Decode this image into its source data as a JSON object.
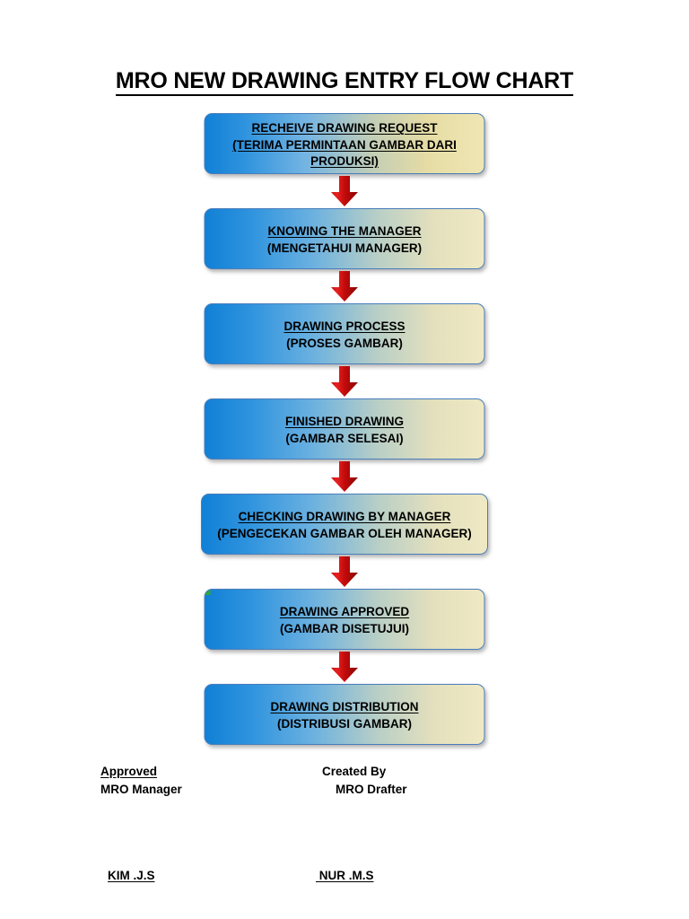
{
  "document": {
    "title": "MRO NEW DRAWING ENTRY FLOW CHART"
  },
  "flow": {
    "arrow_icon": "down-arrow-icon",
    "arrow_color_light": "#E21515",
    "arrow_color_dark": "#8E0404",
    "box_gradient_start": "#1180D6",
    "box_gradient_end": "#EFE9C4",
    "box_border_color": "#4A7EBB",
    "marker_color": "#2DA93C",
    "nodes": [
      {
        "id": "receive-drawing-request",
        "line1": "RECHEIVE DRAWING REQUEST",
        "line2": "(TERIMA PERMINTAAN GAMBAR DARI",
        "line3": "PRODUKSI)"
      },
      {
        "id": "knowing-the-manager",
        "line1": "KNOWING THE MANAGER",
        "line2": "(MENGETAHUI MANAGER)"
      },
      {
        "id": "drawing-process",
        "line1": "DRAWING PROCESS",
        "line2": "(PROSES GAMBAR)"
      },
      {
        "id": "finished-drawing",
        "line1": "FINISHED DRAWING",
        "line2": "(GAMBAR SELESAI)"
      },
      {
        "id": "checking-drawing-by-manager",
        "line1": "CHECKING DRAWING BY MANAGER",
        "line2": "(PENGECEKAN GAMBAR OLEH MANAGER)"
      },
      {
        "id": "drawing-approved",
        "line1": "DRAWING APPROVED",
        "line2": "(GAMBAR DISETUJUI)"
      },
      {
        "id": "drawing-distribution",
        "line1": "DRAWING DISTRIBUTION",
        "line2": "(DISTRIBUSI GAMBAR)"
      }
    ]
  },
  "footer": {
    "approved_label": "Approved",
    "approved_role": "MRO Manager",
    "approved_name": "KIM .J.S",
    "created_label": "Created By",
    "created_role": "MRO Drafter",
    "created_name": " NUR .M.S"
  }
}
